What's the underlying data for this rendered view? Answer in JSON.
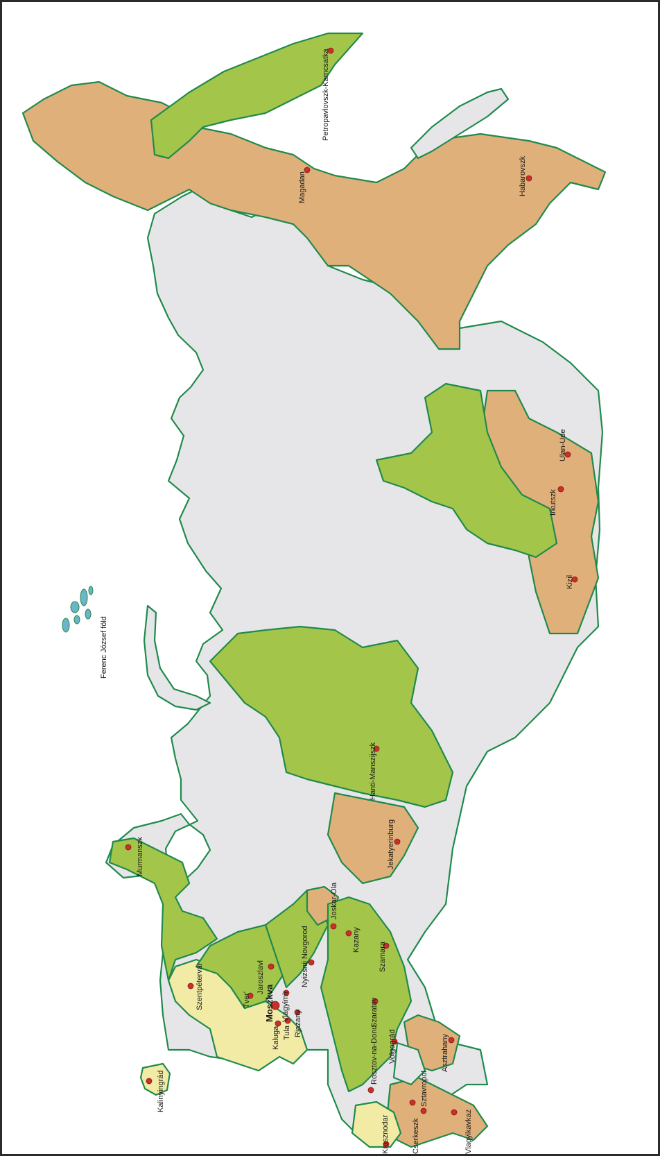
{
  "colors": {
    "land_default": "#e6e6e9",
    "region_green": "#a3c54a",
    "region_orange": "#e0b07a",
    "region_yellow": "#f1eba6",
    "coast_green": "#1f8a4c",
    "island_blue": "#6fb3c8",
    "city_red": "#c8302a"
  },
  "map": {
    "islands_label": "Ferenc József föld",
    "cities": [
      {
        "id": "kaliningrad",
        "name": "Kalinyingrád"
      },
      {
        "id": "szentpetervar",
        "name": "Szentpétervár"
      },
      {
        "id": "murmanszk",
        "name": "Murmanszk"
      },
      {
        "id": "tver",
        "name": "Tver'"
      },
      {
        "id": "moszkva",
        "name": "Moszkva",
        "capital": true
      },
      {
        "id": "jaroszlavl",
        "name": "Jaroszlavl"
      },
      {
        "id": "vlagyimir",
        "name": "Vlagyimir"
      },
      {
        "id": "kaluga",
        "name": "Kaluga"
      },
      {
        "id": "tula",
        "name": "Tula"
      },
      {
        "id": "rjazany",
        "name": "Rjazany"
      },
      {
        "id": "nyizsnij",
        "name": "Nyizsnij Novgorod"
      },
      {
        "id": "joskarola",
        "name": "Joskar-Ola"
      },
      {
        "id": "kazany",
        "name": "Kazany"
      },
      {
        "id": "szamara",
        "name": "Szamara"
      },
      {
        "id": "szaratov",
        "name": "Szaratov"
      },
      {
        "id": "volgograd",
        "name": "Volgográd"
      },
      {
        "id": "rosztov",
        "name": "Rosztov-na-Donu"
      },
      {
        "id": "krasznodar",
        "name": "Krasznodar"
      },
      {
        "id": "cserkeszk",
        "name": "Cserkeszk"
      },
      {
        "id": "sztavropol",
        "name": "Sztavropol"
      },
      {
        "id": "vlagyikavkaz",
        "name": "Vlagyikavkaz"
      },
      {
        "id": "asztrahany",
        "name": "Asztrahany"
      },
      {
        "id": "jekatyerinburg",
        "name": "Jekatyerinburg"
      },
      {
        "id": "hanti",
        "name": "Hanti-Manszijszk"
      },
      {
        "id": "kizil",
        "name": "Kizil"
      },
      {
        "id": "irkutszk",
        "name": "Irkutszk"
      },
      {
        "id": "ulanude",
        "name": "Ulan-Ude"
      },
      {
        "id": "habarovszk",
        "name": "Habarovszk"
      },
      {
        "id": "magadan",
        "name": "Magadan"
      },
      {
        "id": "petropavlovszk",
        "name": "Petropavlovszk-Kamcsatka"
      }
    ]
  }
}
